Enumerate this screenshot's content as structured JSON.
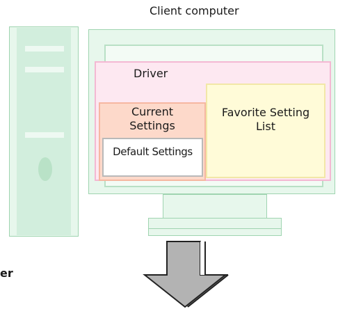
{
  "labels": {
    "client_computer": "Client computer",
    "driver": "Driver",
    "current_settings_line1": "Current",
    "current_settings_line2": "Settings",
    "default_settings": "Default Settings",
    "favorite_line1": "Favorite Setting",
    "favorite_line2": "List",
    "edge_partial": "er"
  },
  "colors": {
    "computer_fill": "#e7f7ec",
    "computer_border": "#9fd4b0",
    "driver_fill": "#fde8f1",
    "current_fill": "#fdd9ca",
    "favorite_fill": "#fffbd8",
    "default_fill": "#ffffff",
    "arrow_fill": "#b3b3b3",
    "arrow_border": "#222222"
  },
  "icons": {
    "tower": "pc-tower-icon",
    "monitor": "monitor-icon",
    "arrow": "down-arrow-icon"
  }
}
